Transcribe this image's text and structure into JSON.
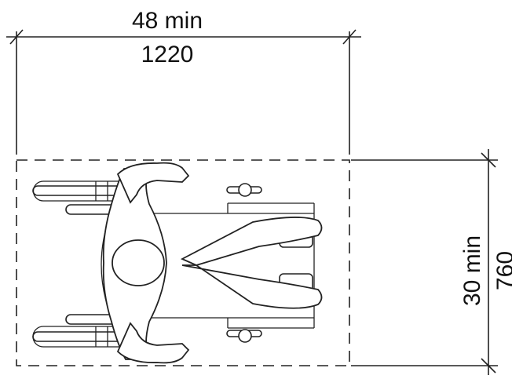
{
  "dimensions": {
    "width_min_label": "48 min",
    "width_metric_label": "1220",
    "depth_min_label": "30 min",
    "depth_metric_label": "760"
  },
  "colors": {
    "line": "#222222",
    "background": "#ffffff"
  }
}
